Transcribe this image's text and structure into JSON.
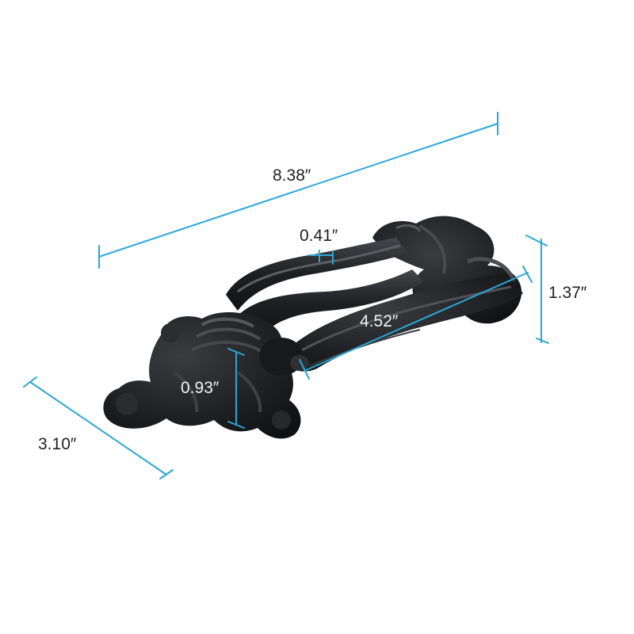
{
  "product": {
    "name": "door-knocker",
    "finish_color": "#1e1f21"
  },
  "dimension_line_color": "#2aa7d6",
  "dimensions": {
    "overall_length": "8.38″",
    "ring_thickness": "0.41″",
    "height": "1.37″",
    "knocker_length": "4.52″",
    "base_height": "0.93″",
    "width": "3.10″"
  }
}
